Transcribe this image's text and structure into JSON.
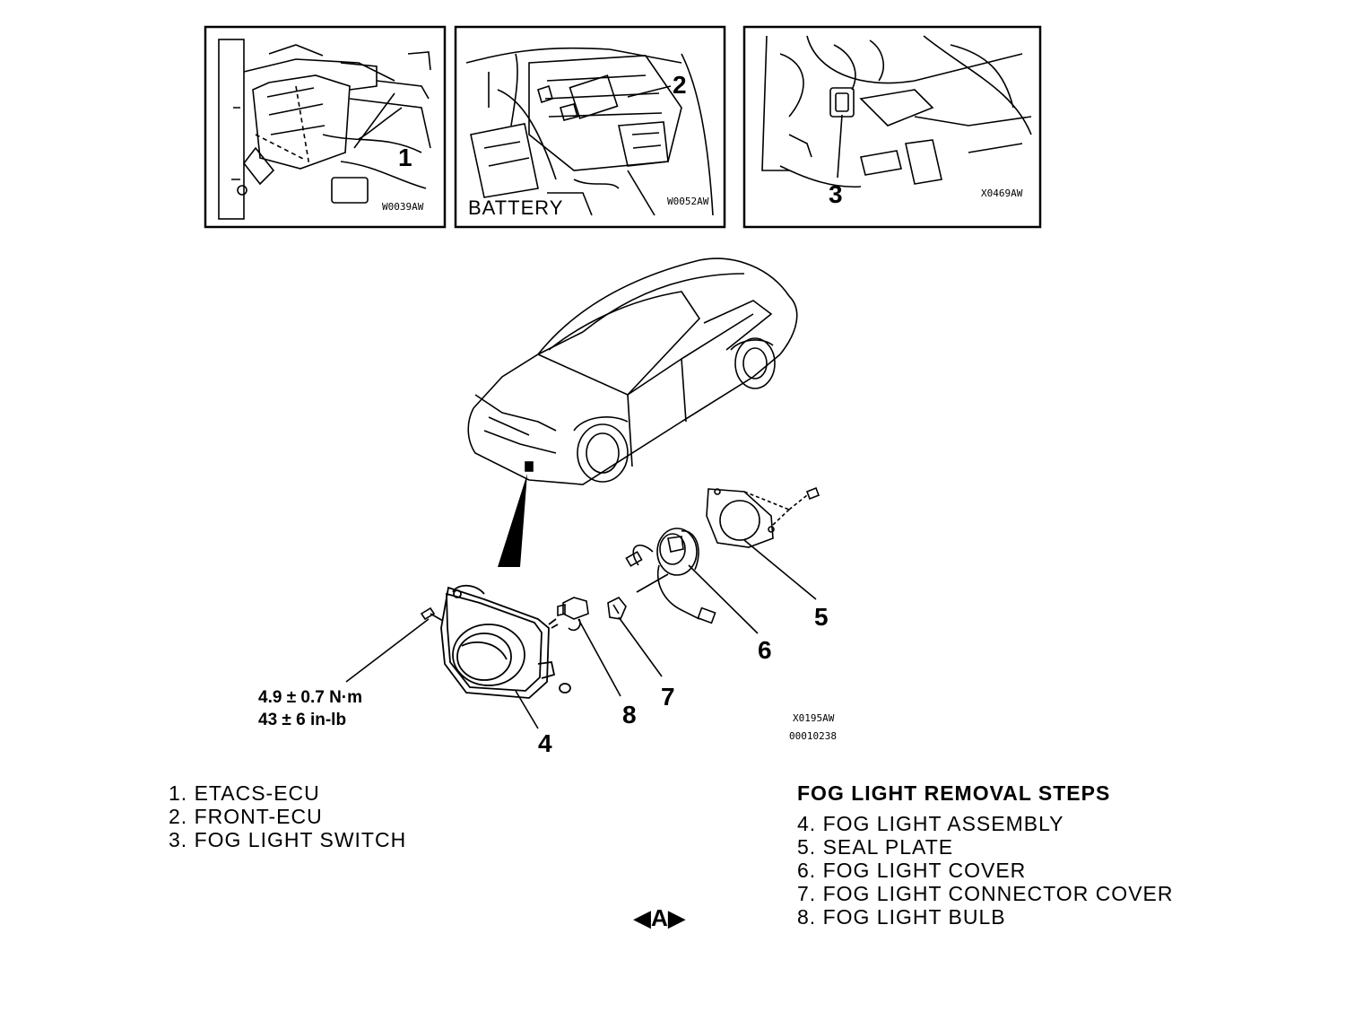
{
  "insets": [
    {
      "callout": "1",
      "code": "W0039AW"
    },
    {
      "callout": "2",
      "code": "W0052AW",
      "label": "BATTERY"
    },
    {
      "callout": "3",
      "code": "X0469AW"
    }
  ],
  "main_figure": {
    "callouts": [
      "4",
      "5",
      "6",
      "7",
      "8"
    ],
    "torque": {
      "metric": "4.9 ± 0.7 N·m",
      "imperial": "43 ± 6 in-lb"
    },
    "figure_code": "X0195AW",
    "figure_number": "00010238"
  },
  "legend_left": [
    "1. ETACS-ECU",
    "2. FRONT-ECU",
    "3. FOG LIGHT SWITCH"
  ],
  "removal_steps": {
    "title": "FOG LIGHT REMOVAL STEPS",
    "items": [
      "4. FOG LIGHT ASSEMBLY",
      "5. SEAL PLATE",
      "6. FOG LIGHT COVER",
      "7. FOG LIGHT CONNECTOR COVER",
      "8. FOG LIGHT BULB"
    ]
  },
  "nav_marker": "A"
}
